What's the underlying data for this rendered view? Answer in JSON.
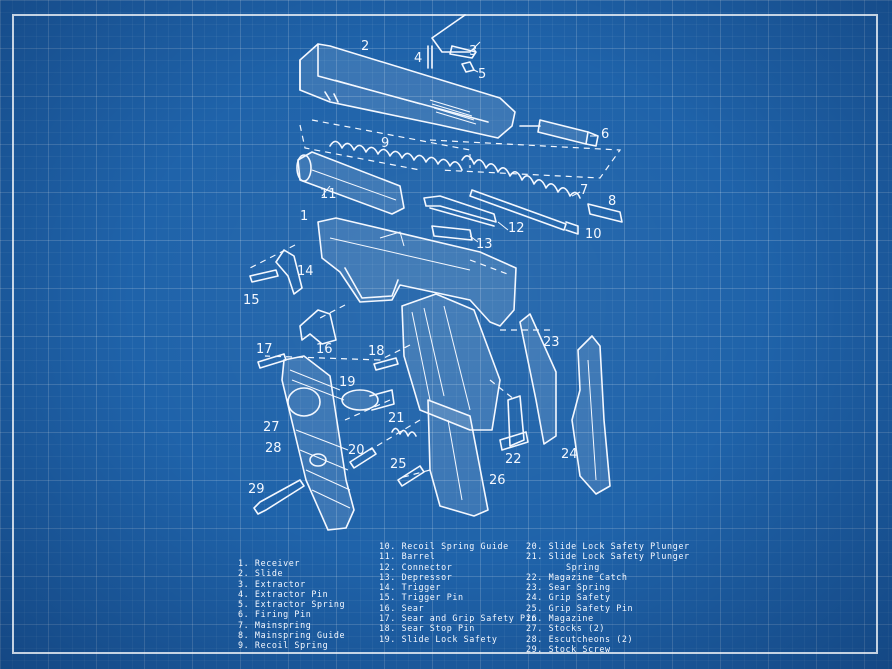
{
  "callouts": {
    "n1": "1",
    "n2": "2",
    "n3": "3",
    "n4": "4",
    "n5": "5",
    "n6": "6",
    "n7": "7",
    "n8": "8",
    "n9": "9",
    "n10": "10",
    "n11": "11",
    "n12": "12",
    "n13": "13",
    "n14": "14",
    "n15": "15",
    "n16": "16",
    "n17": "17",
    "n18": "18",
    "n19": "19",
    "n20": "20",
    "n21": "21",
    "n22": "22",
    "n23": "23",
    "n24": "24",
    "n25": "25",
    "n26": "26",
    "n27": "27",
    "n28": "28",
    "n29": "29"
  },
  "legend": {
    "col1": [
      "1.  Receiver",
      "2.  Slide",
      "3.  Extractor",
      "4.  Extractor  Pin",
      "5.  Extractor  Spring",
      "6.  Firing  Pin",
      "7.  Mainspring",
      "8.  Mainspring  Guide",
      "9.  Recoil  Spring"
    ],
    "col2": [
      "10.  Recoil  Spring  Guide",
      "11.  Barrel",
      "12.  Connector",
      "13.  Depressor",
      "14.  Trigger",
      "15.  Trigger  Pin",
      "16.  Sear",
      "17.  Sear  and  Grip  Safety  Pin",
      "18.  Sear  Stop  Pin",
      "19.  Slide  Lock  Safety"
    ],
    "col3": [
      "20.  Slide  Lock  Safety  Plunger",
      "21.  Slide  Lock  Safety  Plunger",
      "22.  Magazine  Catch",
      "23.  Sear  Spring",
      "24.  Grip  Safety",
      "25.  Grip  Safety  Pin",
      "26.  Magazine",
      "27.  Stocks  (2)",
      "28.  Escutcheons  (2)",
      "29.  Stock  Screw"
    ],
    "col3_sub": "Spring"
  },
  "colors": {
    "background": "#1f63aa",
    "ink": "#f4f8ff"
  }
}
